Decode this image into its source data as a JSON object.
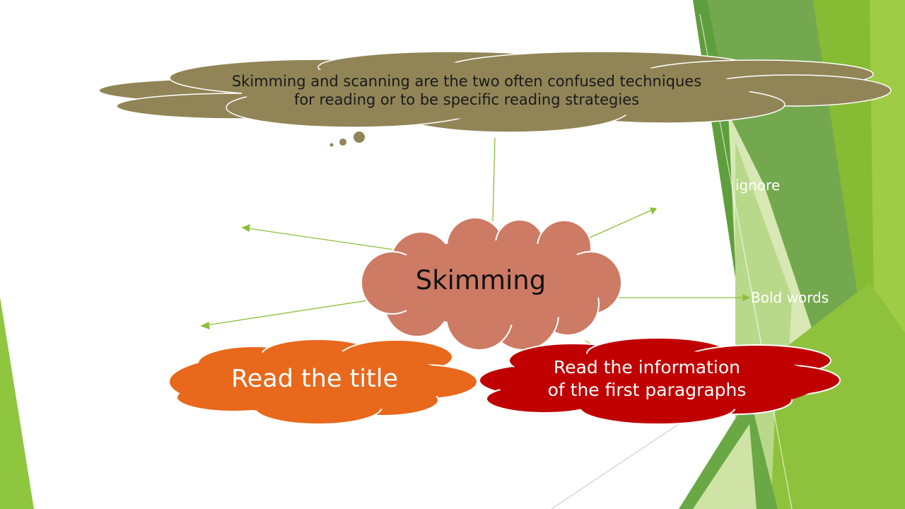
{
  "diagram": {
    "topic": {
      "line1": "Skimming and scanning are the two often confused techniques",
      "line2": "for reading or to be specific reading strategies"
    },
    "center": "Skimming",
    "branches": {
      "title": "Read the title",
      "info_line1": "Read the information",
      "info_line2": "of the first paragraphs",
      "ignore": "ignore",
      "bold": "Bold words"
    }
  },
  "colors": {
    "topic_cloud": "#918557",
    "center_cloud": "#cd7b64",
    "title_cloud": "#e8681c",
    "info_cloud": "#c00000",
    "connector": "#8dbf3a",
    "accent_green": "#8ec63f"
  }
}
